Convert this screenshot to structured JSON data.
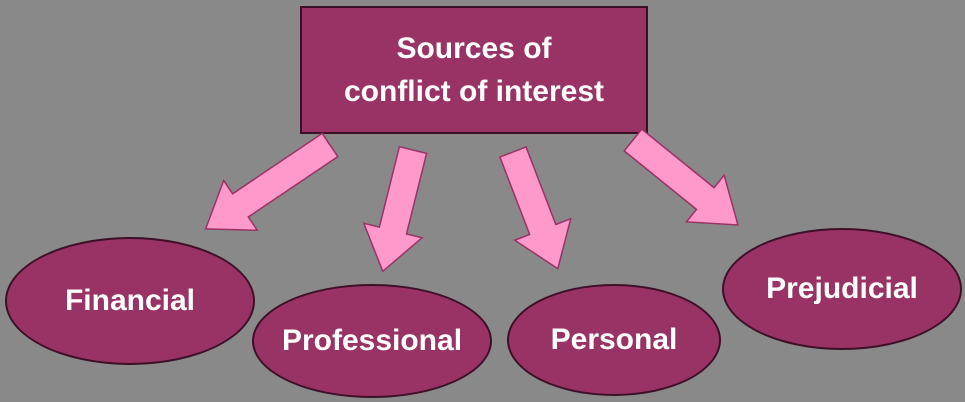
{
  "diagram": {
    "title": {
      "line1": "Sources of",
      "line2": "conflict of interest"
    },
    "nodes": [
      {
        "id": "financial",
        "label": "Financial"
      },
      {
        "id": "professional",
        "label": "Professional"
      },
      {
        "id": "personal",
        "label": "Personal"
      },
      {
        "id": "prejudicial",
        "label": "Prejudicial"
      }
    ],
    "colors": {
      "background": "#898989",
      "shape_fill": "#993366",
      "shape_border": "#3d1027",
      "arrow_fill": "#FF99CC",
      "arrow_border": "#993366",
      "text": "#ffffff"
    }
  }
}
